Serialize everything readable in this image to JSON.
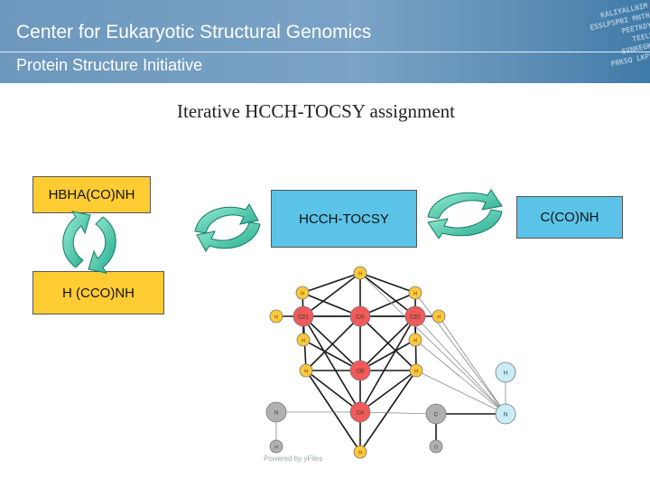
{
  "header": {
    "title": "Center for Eukaryotic Structural Genomics",
    "subtitle": "Protein Structure Initiative",
    "decor_sequence": [
      "KALIYALLNIM",
      "ESSLPSPRI MNTH",
      "PEETKDY",
      "TEELK",
      "SVNKEGKL",
      "PRKSQ LKPSS"
    ]
  },
  "slide": {
    "title": "Iterative HCCH-TOCSY assignment"
  },
  "boxes": {
    "hbha": "HBHA(CO)NH",
    "hcco": "H (CCO)NH",
    "hcch": "HCCH-TOCSY",
    "cco": "C(CO)NH"
  },
  "graph": {
    "nodes": [
      {
        "label": "H",
        "kind": "yellow"
      },
      {
        "label": "H",
        "kind": "yellow"
      },
      {
        "label": "H",
        "kind": "yellow"
      },
      {
        "label": "H",
        "kind": "yellow"
      },
      {
        "label": "CD1",
        "kind": "red"
      },
      {
        "label": "CG",
        "kind": "red"
      },
      {
        "label": "CD2",
        "kind": "red"
      },
      {
        "label": "H",
        "kind": "yellow"
      },
      {
        "label": "H",
        "kind": "yellow"
      },
      {
        "label": "H",
        "kind": "yellow"
      },
      {
        "label": "H",
        "kind": "yellow"
      },
      {
        "label": "H",
        "kind": "yellow"
      },
      {
        "label": "CB",
        "kind": "red"
      },
      {
        "label": "H",
        "kind": "yellow"
      },
      {
        "label": "H",
        "kind": "blue"
      },
      {
        "label": "N",
        "kind": "gray"
      },
      {
        "label": "CA",
        "kind": "red"
      },
      {
        "label": "C",
        "kind": "gray"
      },
      {
        "label": "N",
        "kind": "blue"
      },
      {
        "label": "H",
        "kind": "gray"
      },
      {
        "label": "H",
        "kind": "yellow"
      },
      {
        "label": "O",
        "kind": "gray"
      }
    ],
    "colors": {
      "yellow": "#ffc83a",
      "red": "#f05a5a",
      "blue": "#c9ecf8",
      "gray": "#b0b0b0",
      "edge": "#1a1a1a"
    },
    "watermark": "Powered by yFiles"
  }
}
